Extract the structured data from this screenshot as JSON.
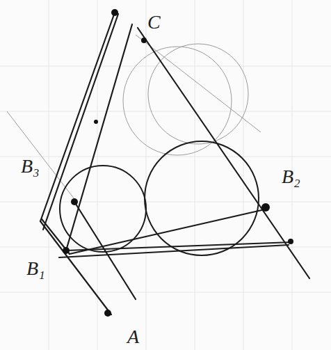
{
  "diagram": {
    "labels": [
      "C",
      "B₃",
      "B₂",
      "B₁",
      "A"
    ]
  }
}
